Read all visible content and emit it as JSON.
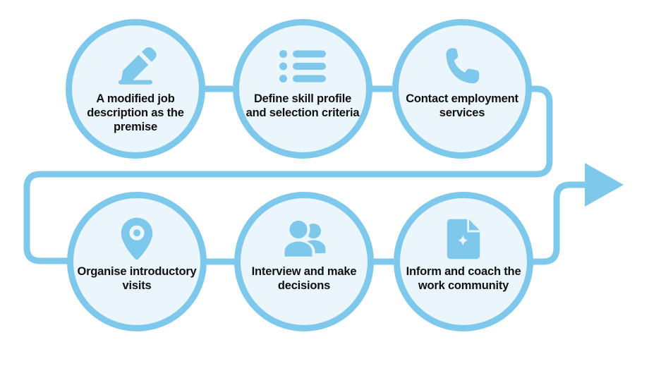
{
  "diagram": {
    "type": "process-flow",
    "title": "",
    "colors": {
      "ring": "#7ec8ec",
      "fill": "#eaf5fc",
      "icon": "#7ec8ec",
      "connector": "#7ec8ec",
      "arrow": "#7ec8ec",
      "text": "#111111",
      "background": "#ffffff"
    },
    "flow_direction": "left-to-right, wrapping to second row",
    "steps": [
      {
        "index": 1,
        "label": "A modified job description as the premise",
        "icon": "pencil-icon",
        "row": "top"
      },
      {
        "index": 2,
        "label": "Define skill profile and selection criteria",
        "icon": "bullet-list-icon",
        "row": "top"
      },
      {
        "index": 3,
        "label": "Contact employment services",
        "icon": "phone-icon",
        "row": "top"
      },
      {
        "index": 4,
        "label": "Organise introductory visits",
        "icon": "map-pin-icon",
        "row": "bottom"
      },
      {
        "index": 5,
        "label": "Interview and make decisions",
        "icon": "people-icon",
        "row": "bottom"
      },
      {
        "index": 6,
        "label": "Inform and coach the work community",
        "icon": "document-plus-icon",
        "row": "bottom"
      }
    ],
    "connectors": [
      {
        "name": "step1-to-step2",
        "kind": "straight"
      },
      {
        "name": "step2-to-step3",
        "kind": "straight"
      },
      {
        "name": "step3-to-step4",
        "kind": "wrap-right-down-left"
      },
      {
        "name": "step4-to-step5",
        "kind": "straight"
      },
      {
        "name": "step5-to-step6",
        "kind": "straight"
      },
      {
        "name": "step6-to-arrow",
        "kind": "right-up"
      }
    ],
    "terminator": {
      "name": "arrow-head",
      "shape": "triangle-right"
    }
  }
}
